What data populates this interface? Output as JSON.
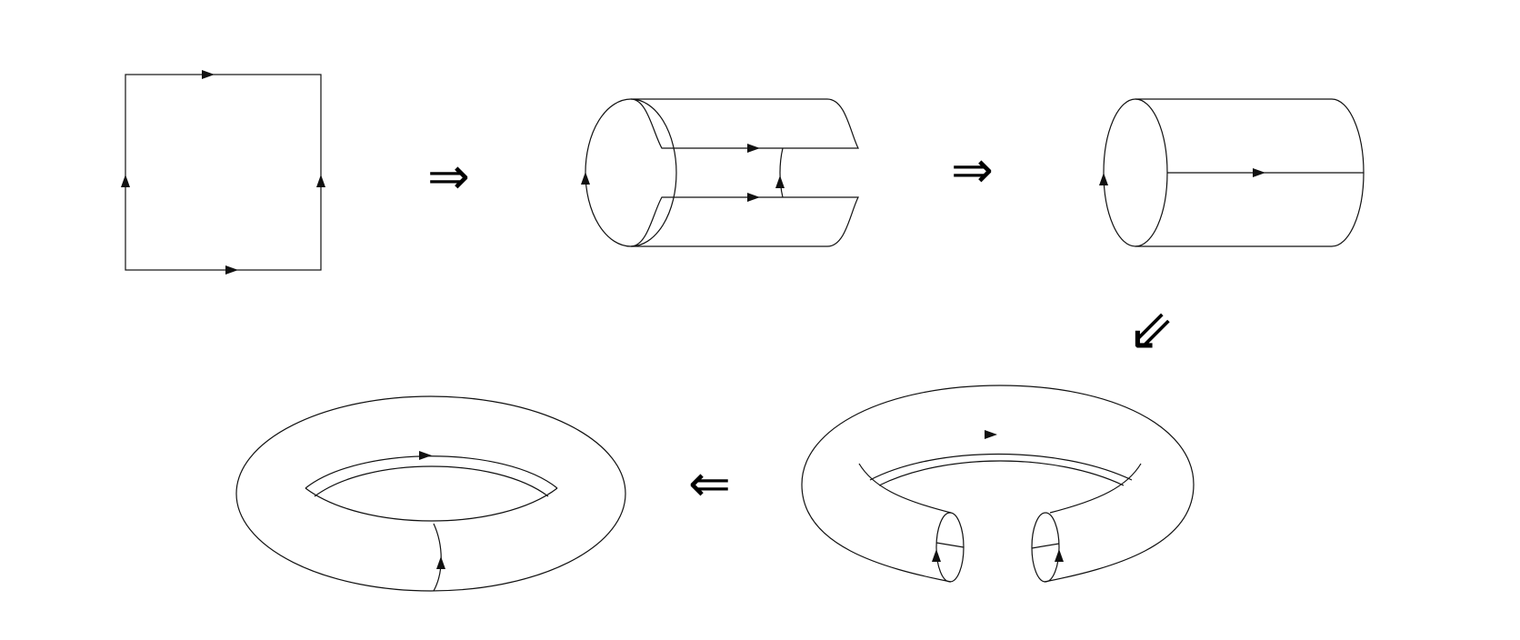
{
  "figure": {
    "steps": [
      "square",
      "cylinder-open",
      "cylinder",
      "torus-open",
      "torus"
    ],
    "arrows": {
      "step1": "⇒",
      "step2": "⇒",
      "step3": "⇙",
      "step4": "⇐"
    },
    "colors": {
      "stroke": "#111111",
      "background": "#ffffff"
    }
  }
}
